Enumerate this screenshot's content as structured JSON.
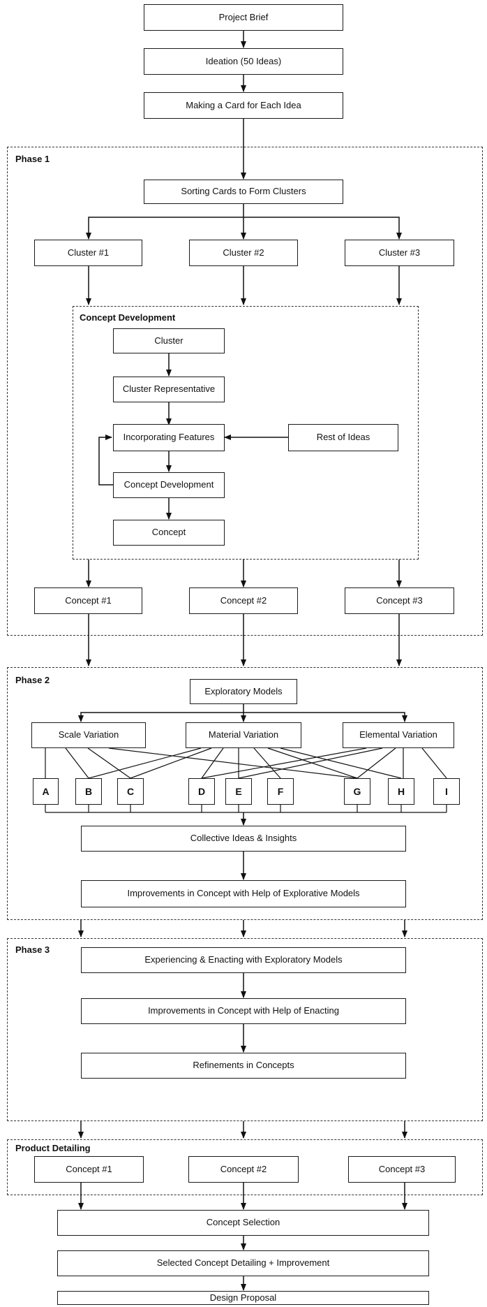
{
  "nodes": {
    "brief": "Project Brief",
    "ideation": "Ideation (50 Ideas)",
    "cards": "Making a Card for Each Idea",
    "sorting": "Sorting Cards to Form Clusters",
    "cluster1": "Cluster #1",
    "cluster2": "Cluster #2",
    "cluster3": "Cluster #3",
    "cd_cluster": "Cluster",
    "cd_rep": "Cluster Representative",
    "cd_incorp": "Incorporating Features",
    "cd_rest": "Rest of Ideas",
    "cd_dev": "Concept Development",
    "cd_concept": "Concept",
    "p1_concept1": "Concept #1",
    "p1_concept2": "Concept #2",
    "p1_concept3": "Concept #3",
    "exploratory": "Exploratory Models",
    "scale": "Scale Variation",
    "material": "Material Variation",
    "elemental": "Elemental Variation",
    "model_a": "A",
    "model_b": "B",
    "model_c": "C",
    "model_d": "D",
    "model_e": "E",
    "model_f": "F",
    "model_g": "G",
    "model_h": "H",
    "model_i": "I",
    "collective": "Collective Ideas & Insights",
    "improve_models": "Improvements in Concept with Help of Explorative Models",
    "experiencing": "Experiencing & Enacting with Exploratory Models",
    "improve_enacting": "Improvements in Concept with Help of Enacting",
    "refinements": "Refinements in Concepts",
    "pd_concept1": "Concept #1",
    "pd_concept2": "Concept #2",
    "pd_concept3": "Concept #3",
    "selection": "Concept Selection",
    "detailing": "Selected Concept Detailing + Improvement",
    "proposal": "Design Proposal"
  },
  "regions": {
    "phase1": "Phase 1",
    "concept_dev": "Concept Development",
    "phase2": "Phase 2",
    "phase3": "Phase 3",
    "product_detailing": "Product Detailing"
  }
}
